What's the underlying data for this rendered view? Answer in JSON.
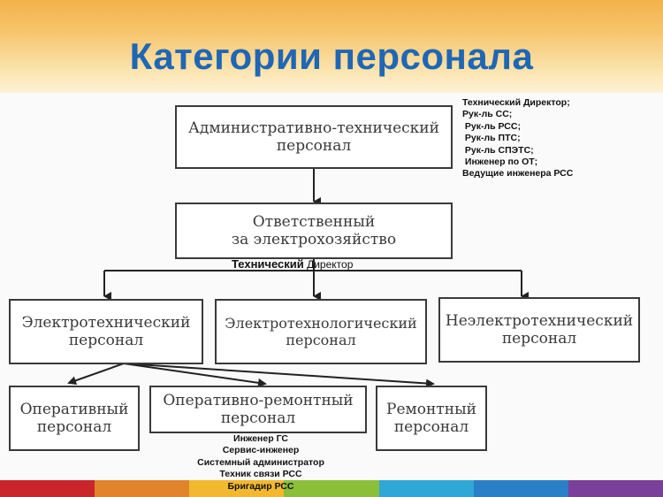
{
  "title": "Категории персонала",
  "boxes": {
    "admin": [
      "Административно-технический",
      "персонал"
    ],
    "responsible": [
      "Ответственный",
      "за электрохозяйство"
    ],
    "electrotech": [
      "Электротехнический",
      "персонал"
    ],
    "electrotechnolog": [
      "Электротехнологический",
      "персонал"
    ],
    "nonelectrotech": [
      "Неэлектротехнический",
      "персонал"
    ],
    "operative": [
      "Оперативный",
      "персонал"
    ],
    "operative_repair": [
      "Оперативно-ремонтный",
      "персонал"
    ],
    "repair": [
      "Ремонтный",
      "персонал"
    ]
  },
  "notes": {
    "admin_roles": [
      "Технический Директор;",
      "Рук-ль СС;",
      " Рук-ль РСС;",
      " Рук-ль ПТС;",
      " Рук-ль СПЭТС;",
      " Инженер по ОТ;",
      "Ведущие инженера РСС"
    ],
    "responsible_role_bold": "Технический",
    "responsible_role_rest": " Директор",
    "operative_repair_roles": [
      "Инженер ГС",
      "Сервис-инженер",
      "Системный администратор",
      "Техник связи РСС",
      "Бригадир РСС"
    ]
  },
  "colors": {
    "title": "#1f67b5",
    "header_top": "#f3b14a",
    "stripe": [
      "#c9252b",
      "#e1842b",
      "#f2b82f",
      "#8bbf3a",
      "#2fa8d8",
      "#2a7fc6",
      "#7a3f98"
    ]
  }
}
